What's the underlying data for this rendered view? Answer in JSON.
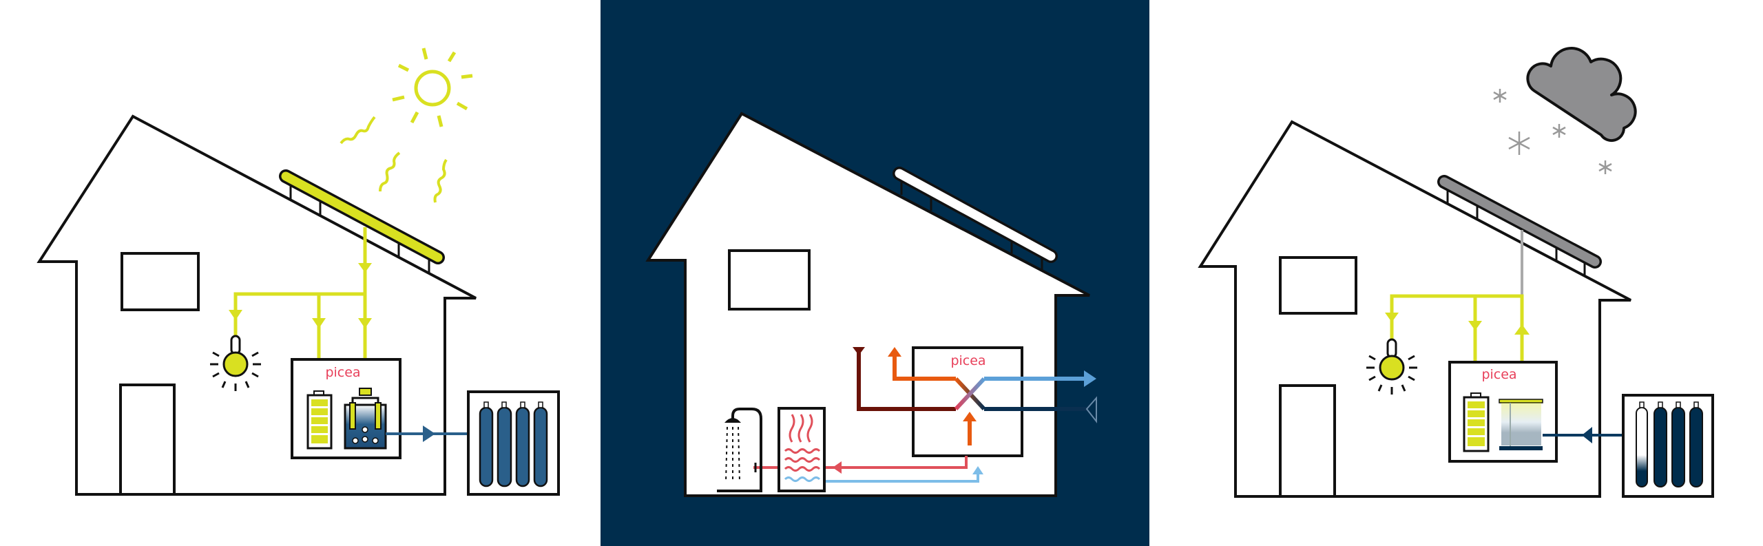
{
  "panels": [
    {
      "name": "sunny-day",
      "logo": "picea"
    },
    {
      "name": "heat-recovery",
      "logo": "picea"
    },
    {
      "name": "winter",
      "logo": "picea"
    }
  ],
  "colors": {
    "solar_yellow": "#d9e021",
    "navy": "#002d4d",
    "hydrogen_blue": "#2a5f8a",
    "brand_red": "#e8405a",
    "cloud_gray": "#8e8e90",
    "orange": "#e85a10",
    "dark_red": "#6a1208",
    "light_blue": "#7dbde8"
  }
}
